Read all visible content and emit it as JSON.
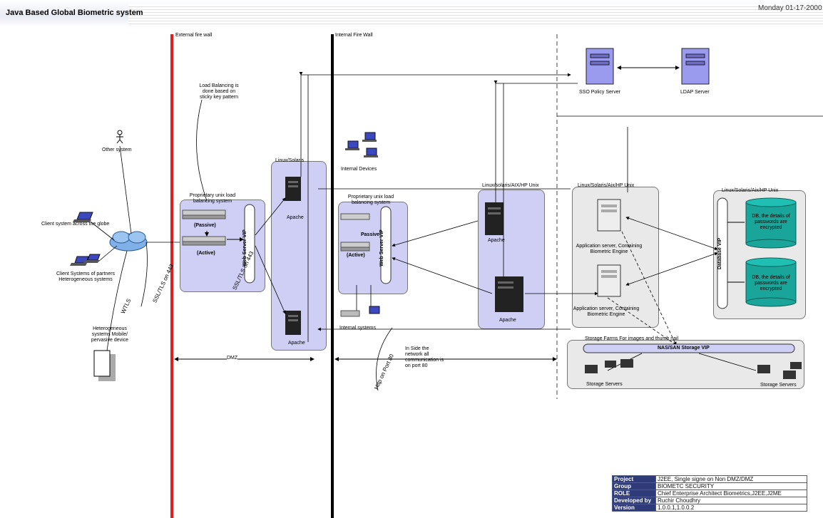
{
  "header": {
    "title": "Java Based Global Biometric system",
    "date": "Monday 01-17-2000"
  },
  "firewalls": {
    "external": "External fire wall",
    "internal": "Internal Fire Wall"
  },
  "labels": {
    "other_system": "Other system",
    "client_globe": "Client system across the globe",
    "client_partners": "Client Systems of partners Heterogeneous systems",
    "hetero_mobile": "Heterogeneous systems Mobile/ pervasive device",
    "wtls": "WTLS",
    "ssl1": "SSL/TLS on 443",
    "ssl2": "SSL/TLS on 443",
    "load_balancing_note": "Load Balancing is done based on sticky key pattern",
    "lb1_title": "Proprietary unix load balancing system",
    "lb1_passive": "(Passive)",
    "lb1_active": "(Active)",
    "web_vip1": "Web Server VIP",
    "linux_solaris": "Linux/Solaris",
    "apache": "Apache",
    "internal_devices": "Internal Devices",
    "lb2_title": "Proprietary unix load balancing system",
    "lb2_passive": "Passive",
    "lb2_active": "(Active)",
    "web_vip2": "Web Server VIP",
    "internal_systems": "Internal systems",
    "http80": "Http on Port 80",
    "inside_note": "In Side the network all communication is on port 80",
    "dmz": "DMZ",
    "linux_aix_hp": "Linux/solaris/AIX/HP Unix",
    "linux_aix_hp2": "Linux/Solaris/Aix/HP Unix",
    "linux_aix_hp3": "Linux/Solaris/Aix/HP Unix",
    "app_server1": "Application server, Containing Biometric Engine",
    "app_server2": "Application server, Containing Biometric Engine",
    "database_vip": "Database VIP",
    "db1": "DB, the details of passwords are encrypted",
    "db2": "DB, the details of passwords are encrypted",
    "sso": "SSO Policy Server",
    "ldap": "LDAP Server",
    "storage_farm": "Storage Farms For images and thumb nail",
    "nas_vip": "NAS/SAN Storage VIP",
    "storage_servers1": "Storage Servers",
    "storage_servers2": "Storage Servers"
  },
  "info_table": [
    {
      "key": "Project",
      "value": "J2EE, Single signe on  Non DMZ/DMZ"
    },
    {
      "key": "Group",
      "value": "BIOMETC SECURITY"
    },
    {
      "key": "ROLE",
      "value": "Chief Enterprise Architect Biometrics,J2EE,J2ME"
    },
    {
      "key": "Developed by",
      "value": "Ruchir Choudhry"
    },
    {
      "key": "Version",
      "value": "1.0.0.1,1.0.0.2"
    }
  ],
  "colors": {
    "external_wall": "#e02020",
    "internal_wall": "#000000",
    "zone": "#cfcff5",
    "db": "#1aa59a",
    "info_key": "#2f3a78"
  }
}
